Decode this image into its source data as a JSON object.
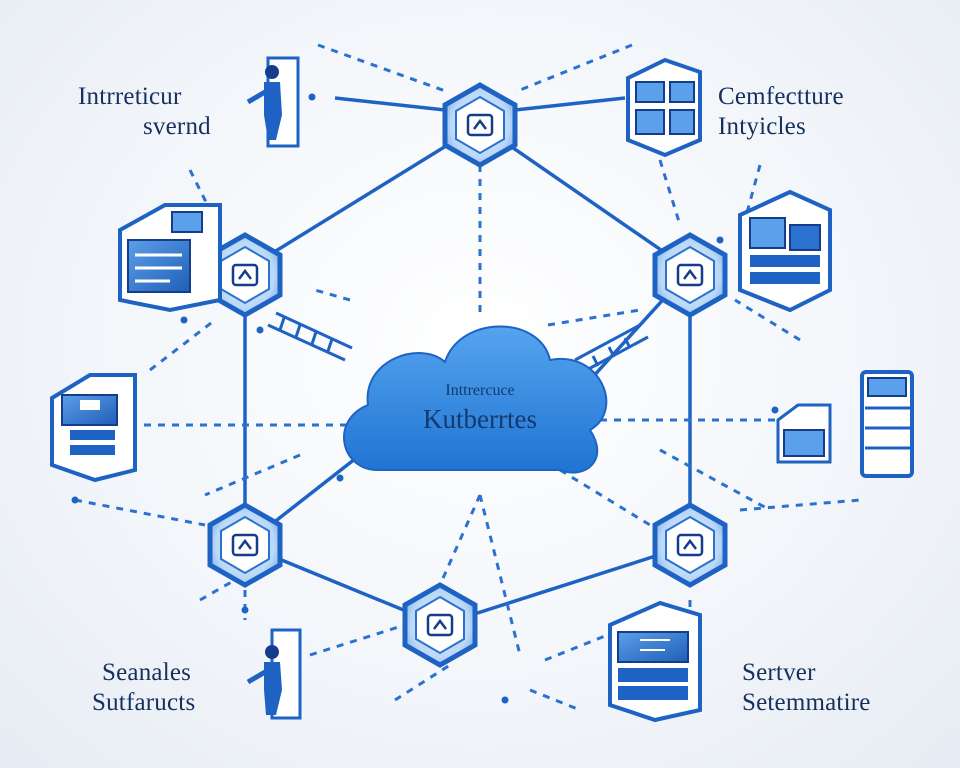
{
  "labels": {
    "top_left": [
      "Intrreticur",
      "svernd"
    ],
    "top_right": [
      "Cemfectture",
      "Intyicles"
    ],
    "bottom_left": [
      "Seanales",
      "Sutfaructs"
    ],
    "bottom_right": [
      "Sertver",
      "Setemmatire"
    ]
  },
  "cloud": {
    "subtitle": "Inttrercuce",
    "title": "Kutberrtes"
  },
  "colors": {
    "primary": "#1e63c4",
    "dark": "#163d8c",
    "light": "#5aa0ea",
    "cloud": "#2f86de",
    "text": "#16305e"
  },
  "icons": [
    "kubernetes-node-top",
    "cube-left-upper",
    "cube-right-upper",
    "cube-left-lower",
    "cube-right-lower",
    "cube-bottom-center",
    "server-block-left",
    "server-block-right",
    "server-rack-top-right",
    "server-rack-top-left",
    "server-stack-bottom-right",
    "stacked-disks-right",
    "person-top-left",
    "person-bottom-left"
  ]
}
